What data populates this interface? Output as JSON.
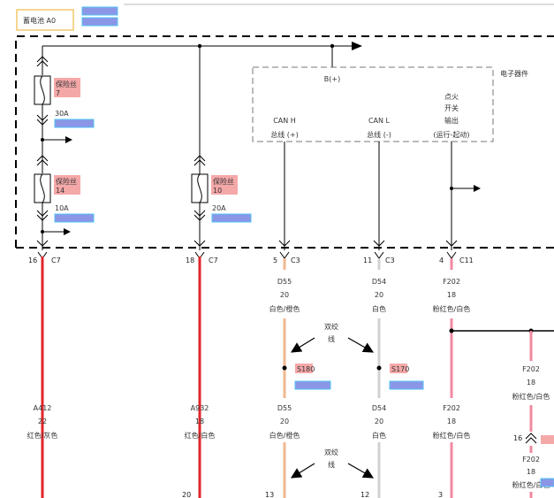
{
  "battery_label": "蓄电池 A0",
  "module_label": "电子器件",
  "bplus_label": "B(+)",
  "fuses": [
    {
      "name": "保险丝",
      "num": "7",
      "rating": "30A"
    },
    {
      "name": "保险丝",
      "num": "14",
      "rating": "10A"
    },
    {
      "name": "保险丝",
      "num": "10",
      "rating": "20A"
    }
  ],
  "module_pins": {
    "canh": [
      "CAN H",
      "总线 (+)"
    ],
    "canl": [
      "CAN L",
      "总线 (-)"
    ],
    "ign": [
      "点火",
      "开关",
      "输出",
      "(运行-起动)"
    ]
  },
  "connectors": [
    {
      "pin": "16",
      "conn": "C7"
    },
    {
      "pin": "18",
      "conn": "C7"
    },
    {
      "pin": "5",
      "conn": "C3"
    },
    {
      "pin": "11",
      "conn": "C3"
    },
    {
      "pin": "4",
      "conn": "C11"
    }
  ],
  "wires_top": [
    {
      "code": "D55",
      "gauge": "20",
      "color": "白色/橙色"
    },
    {
      "code": "D54",
      "gauge": "20",
      "color": "白色"
    },
    {
      "code": "F202",
      "gauge": "18",
      "color": "粉红色/白色"
    }
  ],
  "twisted_label": [
    "双绞",
    "线"
  ],
  "splices": [
    "S180",
    "S170"
  ],
  "wires_bottom": [
    {
      "code": "A412",
      "gauge": "22",
      "color": "红色/灰色"
    },
    {
      "code": "A932",
      "gauge": "18",
      "color": "红色/白色"
    },
    {
      "code": "D55",
      "gauge": "20",
      "color": "白色/橙色"
    },
    {
      "code": "D54",
      "gauge": "20",
      "color": "白色"
    },
    {
      "code": "F202",
      "gauge": "18",
      "color": "粉红色/白色"
    }
  ],
  "right_branch": [
    {
      "code": "F202",
      "gauge": "18",
      "color": "粉红色/白色"
    },
    {
      "code": "F202",
      "gauge": "18",
      "color": "粉红色/白色"
    }
  ],
  "right_pin": "16",
  "bottom_pins": [
    "20",
    "13",
    "12",
    "3"
  ],
  "colors": {
    "red": "#e0262a",
    "orange": "#f0b890",
    "gray": "#d2d2d2",
    "pink": "#f08aa0",
    "fuse_bg": "#f5a8a8",
    "badge_fill": "#8c96e6",
    "badge_border": "#4fc3f7",
    "battery_border": "#f3c86a"
  }
}
